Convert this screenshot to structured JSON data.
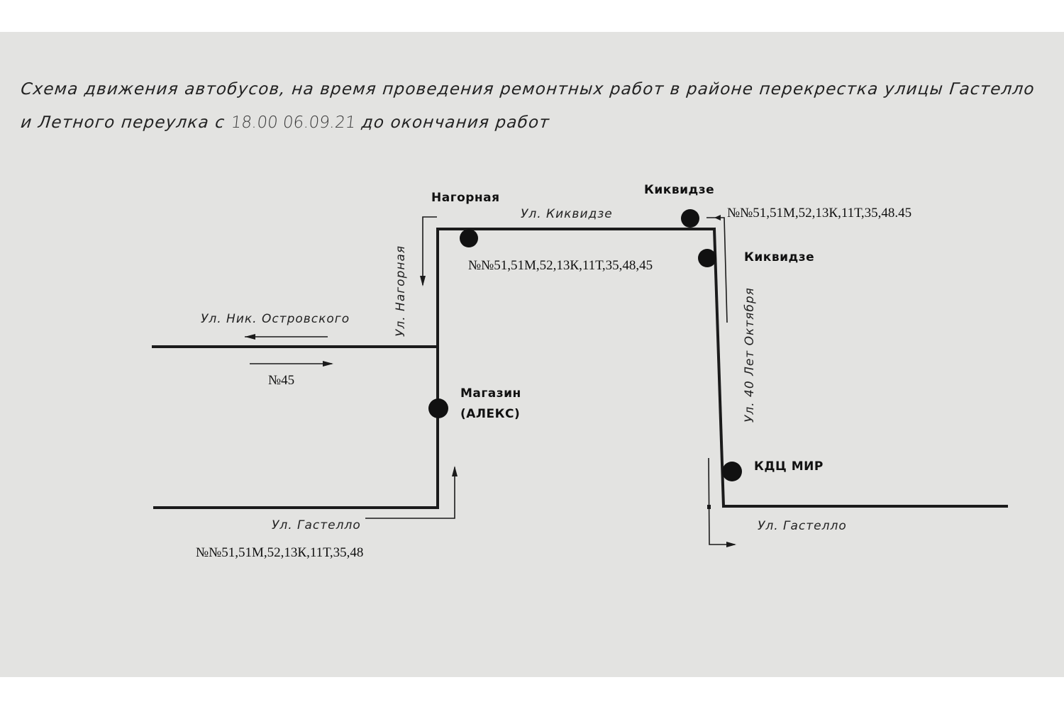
{
  "title": {
    "line1": "Схема движения автобусов, на время проведения ремонтных работ в районе перекрестка улицы Гастелло",
    "line2_prefix": "и Летного переулка с ",
    "line2_handwritten": "18.00 06.09.21",
    "line2_suffix": " до окончания работ"
  },
  "streets": {
    "nik_ostrovskogo": "Ул. Ник. Островского",
    "nagornaya": "Ул. Нагорная",
    "kikvidze": "Ул. Киквидзе",
    "sorok_let_oktyabrya": "Ул. 40 Лет Октября",
    "gastello_left": "Ул. Гастелло",
    "gastello_right": "Ул. Гастелло"
  },
  "stops": {
    "nagornaya": "Нагорная",
    "kikvidze_top": "Киквидзе",
    "kikvidze_right": "Киквидзе",
    "magazin_line1": "Магазин",
    "magazin_line2": "(АЛЕКС)",
    "kdc_mir": "КДЦ МИР"
  },
  "routes": {
    "top_right": "№№51,51М,52,13К,11Т,35,48.45",
    "top_center": "№№51,51М,52,13К,11Т,35,48,45",
    "left_45": "№45",
    "bottom_left": "№№51,51М,52,13К,11Т,35,48"
  }
}
